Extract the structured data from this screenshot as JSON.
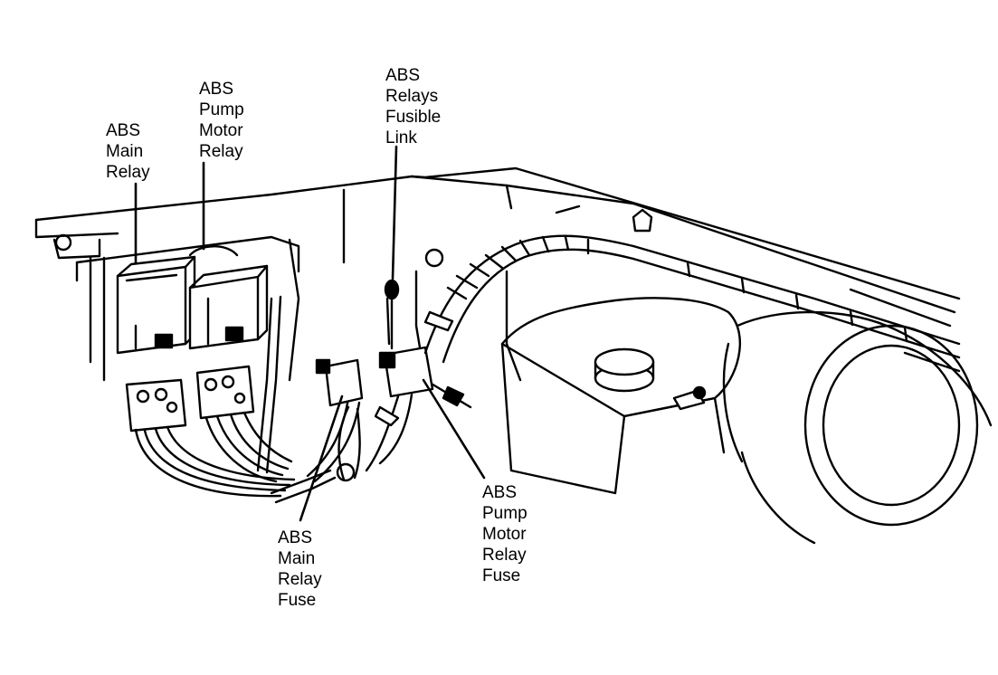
{
  "labels": {
    "abs_main_relay": [
      "ABS",
      "Main",
      "Relay"
    ],
    "abs_pump_motor_relay": [
      "ABS",
      "Pump",
      "Motor",
      "Relay"
    ],
    "abs_relays_fusible_link": [
      "ABS",
      "Relays",
      "Fusible",
      "Link"
    ],
    "abs_main_relay_fuse": [
      "ABS",
      "Main",
      "Relay",
      "Fuse"
    ],
    "abs_pump_motor_relay_fuse": [
      "ABS",
      "Pump",
      "Motor",
      "Relay",
      "Fuse"
    ]
  },
  "colors": {
    "ink": "#000000",
    "paper": "#ffffff"
  }
}
